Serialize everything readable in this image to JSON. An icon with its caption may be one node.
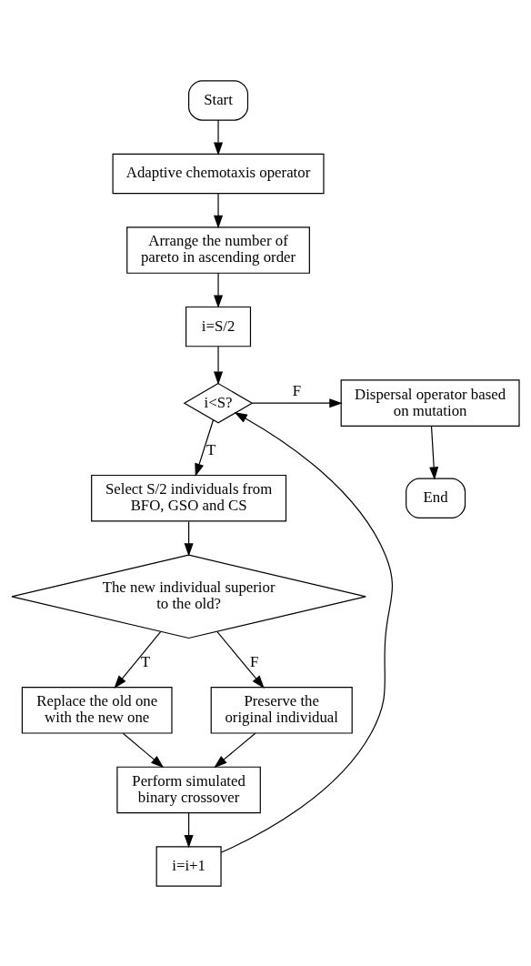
{
  "diagram": {
    "nodes": [
      {
        "text": [
          "Start"
        ]
      },
      {
        "text": [
          "Adaptive chemotaxis operator"
        ]
      },
      {
        "text": [
          "Arrange the number of pareto in ascending order"
        ]
      },
      {
        "text": [
          "i=S/2"
        ]
      },
      {
        "text": [
          "i<S?"
        ]
      },
      {
        "text": [
          "Dispersal operator based on mutation"
        ]
      },
      {
        "text": [
          "End"
        ]
      },
      {
        "text": [
          "Select S/2 individuals from BFO, GSO and CS"
        ]
      },
      {
        "text": [
          "The new individual superior to the old?"
        ]
      },
      {
        "text": [
          "Replace the old one with the new one"
        ]
      },
      {
        "text": [
          "Preserve the original individual"
        ]
      },
      {
        "text": [
          "Perform simulated binary crossover"
        ]
      },
      {
        "text": [
          "i=i+1"
        ]
      }
    ],
    "edges": [
      {
        "from": 0,
        "to": 1,
        "arrow": "to"
      },
      {
        "from": 1,
        "to": 2,
        "arrow": "to"
      },
      {
        "from": 2,
        "to": 3,
        "arrow": "to"
      },
      {
        "from": 3,
        "to": 4,
        "arrow": "to"
      },
      {
        "from": 4,
        "to": 5,
        "arrow": "to",
        "label": "F"
      },
      {
        "from": 5,
        "to": 6,
        "arrow": "to"
      },
      {
        "from": 4,
        "to": 7,
        "arrow": "to",
        "label": "T"
      },
      {
        "from": 7,
        "to": 8,
        "arrow": "to"
      },
      {
        "from": 8,
        "to": 9,
        "arrow": "to",
        "label": "T"
      },
      {
        "from": 8,
        "to": 10,
        "arrow": "to",
        "label": "F"
      },
      {
        "from": 9,
        "to": 11,
        "arrow": "to"
      },
      {
        "from": 10,
        "to": 11,
        "arrow": "to"
      },
      {
        "from": 11,
        "to": 12,
        "arrow": "to"
      },
      {
        "from": 12,
        "to": 4,
        "arrow": "to"
      }
    ]
  }
}
